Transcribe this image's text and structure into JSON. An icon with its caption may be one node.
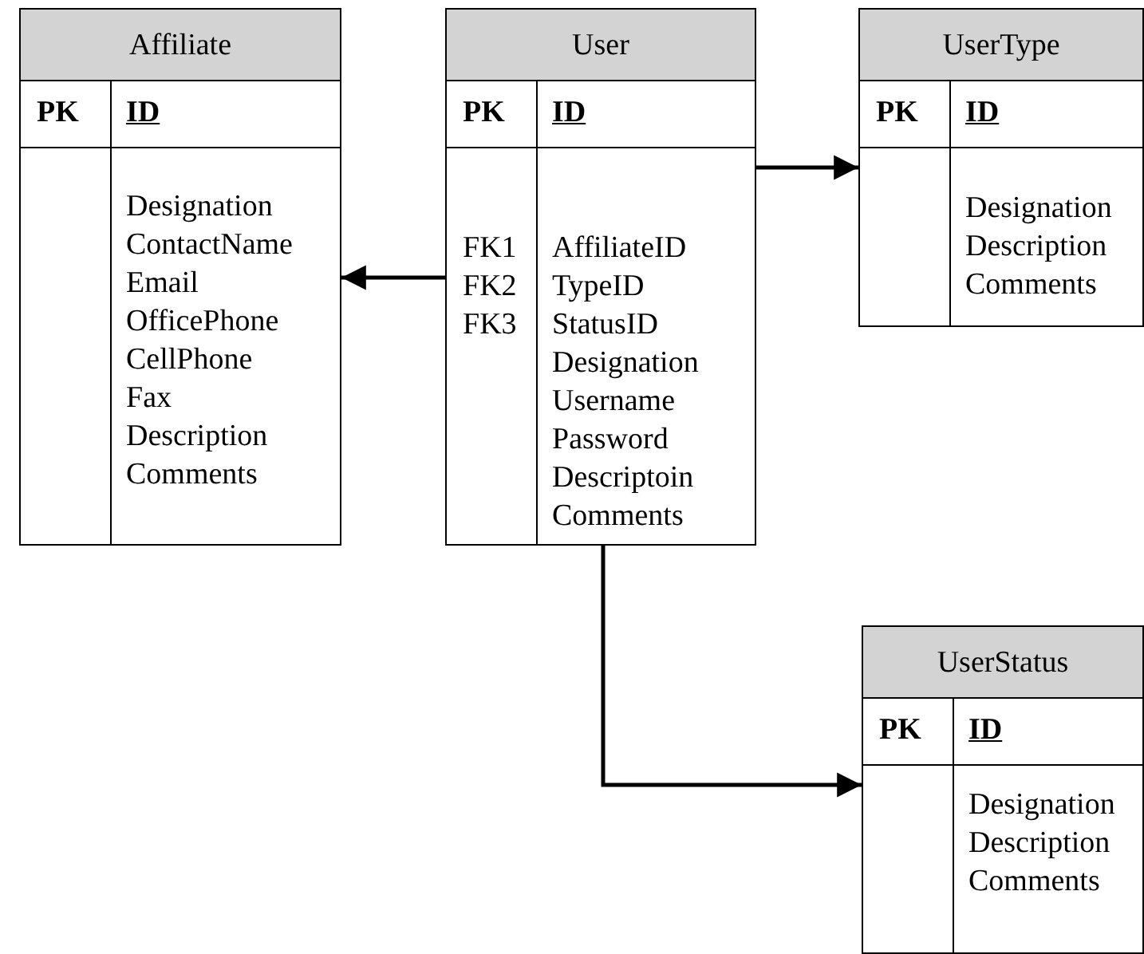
{
  "diagram": {
    "nodes": [
      {
        "text": [
          "Affiliate",
          "PK",
          "ID",
          "Designation",
          "ContactName",
          "Email",
          "OfficePhone",
          "CellPhone",
          "Fax",
          "Description",
          "Comments"
        ]
      },
      {
        "text": [
          "User",
          "PK",
          "ID",
          "FK1",
          "FK2",
          "FK3",
          "AffiliateID",
          "TypeID",
          "StatusID",
          "Designation",
          "Username",
          "Password",
          "Descriptoin",
          "Comments"
        ]
      },
      {
        "text": [
          "UserType",
          "PK",
          "ID",
          "Designation",
          "Description",
          "Comments"
        ]
      },
      {
        "text": [
          "UserStatus",
          "PK",
          "ID",
          "Designation",
          "Description",
          "Comments"
        ]
      }
    ],
    "edges": [
      {
        "from": 1,
        "to": 0,
        "arrow": "to"
      },
      {
        "from": 1,
        "to": 2,
        "arrow": "to"
      },
      {
        "from": 1,
        "to": 3,
        "arrow": "to"
      }
    ]
  }
}
